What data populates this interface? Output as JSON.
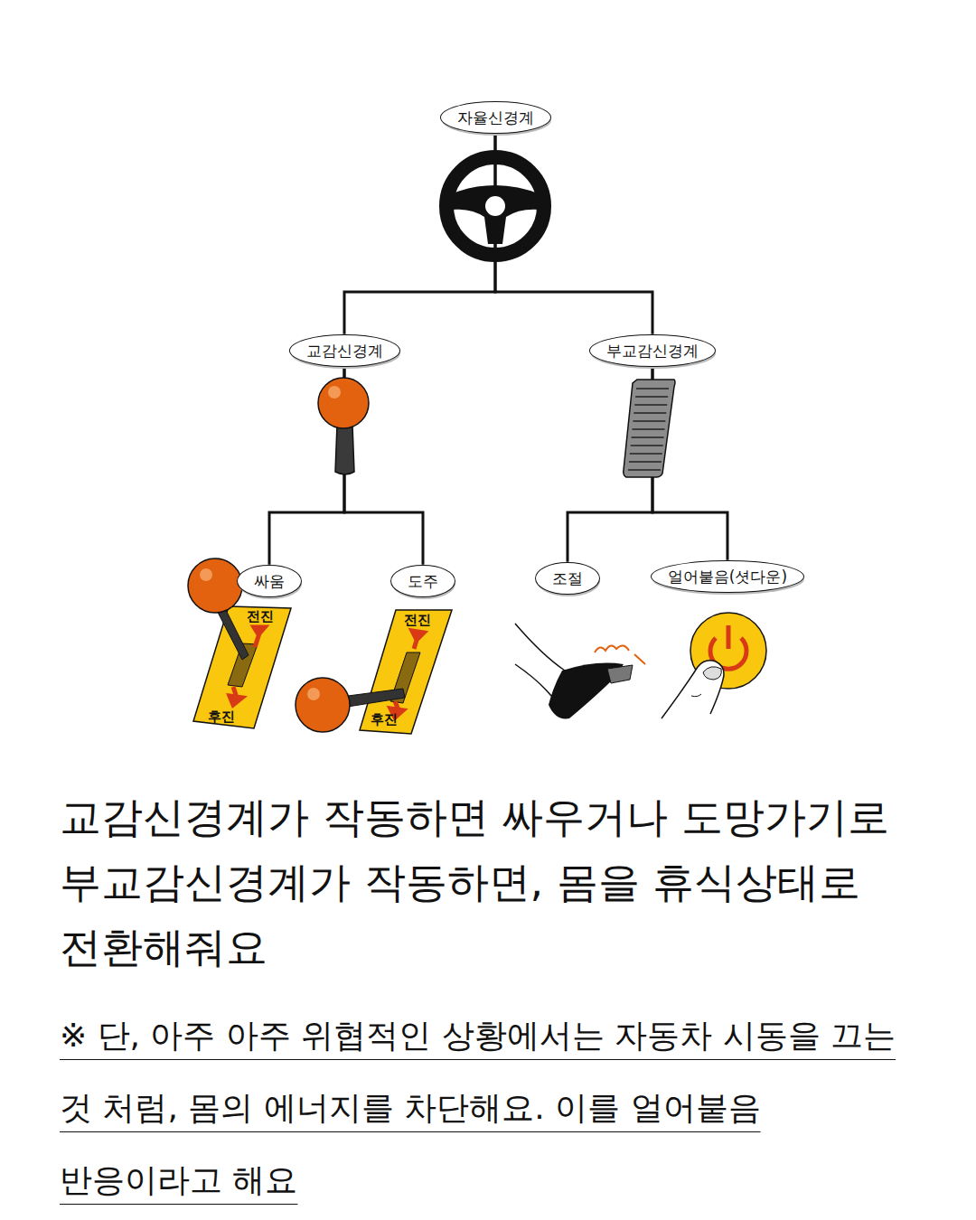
{
  "diagram": {
    "nodes": [
      {
        "text": [
          "자율신경계"
        ]
      },
      {
        "text": [
          "교감신경계"
        ]
      },
      {
        "text": [
          "부교감신경계"
        ]
      },
      {
        "text": [
          "싸움"
        ]
      },
      {
        "text": [
          "도주"
        ]
      },
      {
        "text": [
          "조절"
        ]
      },
      {
        "text": [
          "얼어붙음(셧다운)"
        ]
      }
    ],
    "edges": [
      {
        "from": 0,
        "to": 1,
        "arrow": "none"
      },
      {
        "from": 0,
        "to": 2,
        "arrow": "none"
      },
      {
        "from": 1,
        "to": 3,
        "arrow": "none"
      },
      {
        "from": 1,
        "to": 4,
        "arrow": "none"
      },
      {
        "from": 2,
        "to": 5,
        "arrow": "none"
      },
      {
        "from": 2,
        "to": 6,
        "arrow": "none"
      }
    ],
    "labels": [
      "전진",
      "후진",
      "전진",
      "후진",
      "교감신경계가 작동하면 싸우거나 도망가기로 부교감신경계가 작동하면, 몸을 휴식상태로 전환해줘요",
      "※ 단, 아주 아주 위협적인 상황에서는 자동차 시동을 끄는 것 처럼, 몸의 에너지를 차단해요. 이를 얼어붙음 반응이라고 해요"
    ]
  }
}
